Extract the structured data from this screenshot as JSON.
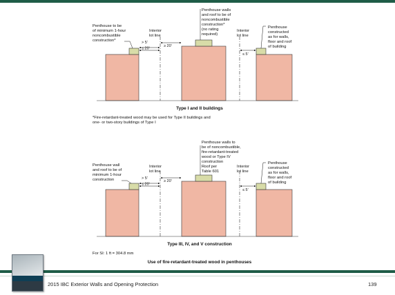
{
  "slide": {
    "footer_title": "2015 IBC Exterior Walls and Opening Protection",
    "page_number": "139",
    "colors": {
      "accent": "#1e5c47",
      "building": "#f0b7a4",
      "penthouse": "#d8dca8"
    }
  },
  "figure": {
    "top": {
      "label_left": [
        "Penthouse to be",
        "of minimum 1-hour",
        "noncombustible",
        "construction*"
      ],
      "label_interior_left": [
        "Interior",
        "lot line"
      ],
      "label_center": [
        "Penthouse walls",
        "and roof to be of",
        "noncombustible",
        "construction*",
        "(no rating",
        "required)"
      ],
      "label_interior_right": [
        "Interior",
        "lot line"
      ],
      "label_right": [
        "Penthouse",
        "constructed",
        "as for walls,",
        "floor and roof",
        "of building"
      ],
      "dim_gt5": "> 5'",
      "dim_le20": "≤ 20'",
      "dim_ge20": "≥ 20'",
      "dim_le5": "≤ 5'",
      "caption": "Type I and II buildings",
      "footnote": [
        "*Fire-retardant-treated wood may be used for Type II buildings and",
        "one- or two-story buildings of Type I"
      ]
    },
    "bottom": {
      "label_left": [
        "Penthouse wall",
        "and roof to be of",
        "minimum 1-hour",
        "construction"
      ],
      "label_interior_left": [
        "Interior",
        "lot line"
      ],
      "label_center": [
        "Penthouse walls to",
        "be of noncombustible,",
        "fire-retardant-treated",
        "wood or Type IV",
        "construction",
        "Roof per",
        "Table 601"
      ],
      "label_interior_right": [
        "Interior",
        "lot line"
      ],
      "label_right": [
        "Penthouse",
        "constructed",
        "as for walls,",
        "floor and roof",
        "of building"
      ],
      "dim_gt5": "> 5'",
      "dim_le20": "≤ 20'",
      "dim_ge20": "≥ 20'",
      "dim_le5": "≤ 5'",
      "caption": "Type III, IV, and V construction",
      "si_note": "For SI: 1 ft = 304.8 mm",
      "title": "Use of fire-retardant-treated wood in penthouses"
    }
  }
}
